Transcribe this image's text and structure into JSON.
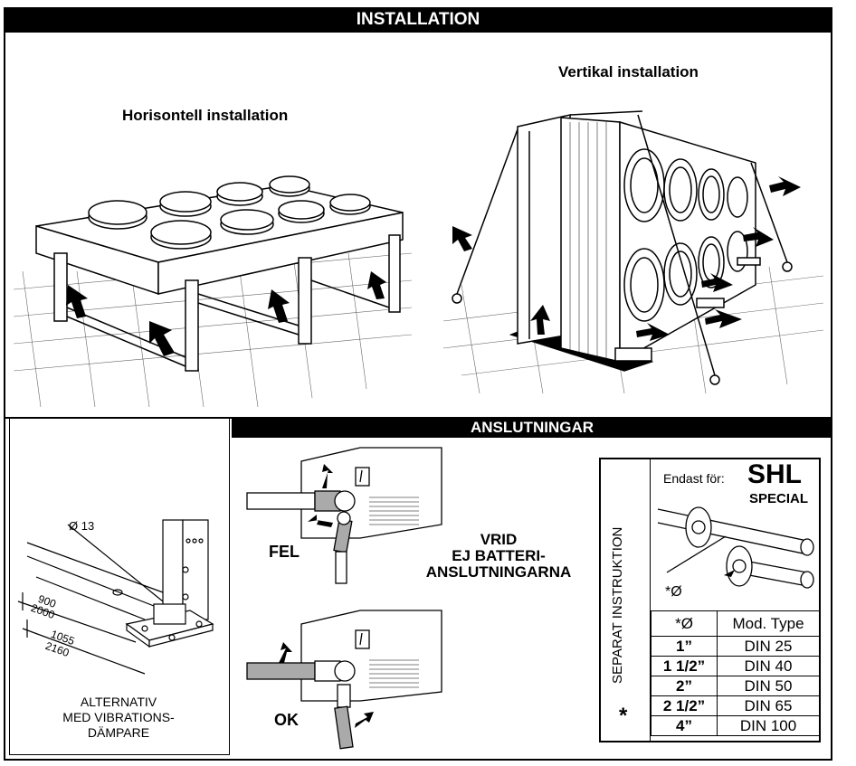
{
  "header": {
    "title": "INSTALLATION"
  },
  "horizontal": {
    "title": "Horisontell installation"
  },
  "vertical": {
    "title": "Vertikal installation"
  },
  "vibration": {
    "hole_label": "Ø 13",
    "dim_a_top": "900",
    "dim_a_bottom": "2000",
    "dim_b_top": "1055",
    "dim_b_bottom": "2160",
    "caption_lines": [
      "ALTERNATIV",
      "MED VIBRATIONS-",
      "DÄMPARE"
    ]
  },
  "connections": {
    "title": "ANSLUTNINGAR",
    "wrong_label": "FEL",
    "ok_label": "OK",
    "instruction_lines": [
      "VRID",
      "EJ BATTERI-",
      "ANSLUTNINGARNA"
    ]
  },
  "shl_box": {
    "side_label": "SEPARAT INSTRUKTION",
    "only_for": "Endast för:",
    "model": "SHL",
    "model_sub": "SPECIAL",
    "diam_symbol": "*Ø",
    "asterisk": "*",
    "table_headers": [
      "*Ø",
      "Mod. Type"
    ],
    "table_rows": [
      [
        "1”",
        "DIN 25"
      ],
      [
        "1 1/2”",
        "DIN 40"
      ],
      [
        "2”",
        "DIN 50"
      ],
      [
        "2 1/2”",
        "DIN 65"
      ],
      [
        "4”",
        "DIN 100"
      ]
    ]
  }
}
